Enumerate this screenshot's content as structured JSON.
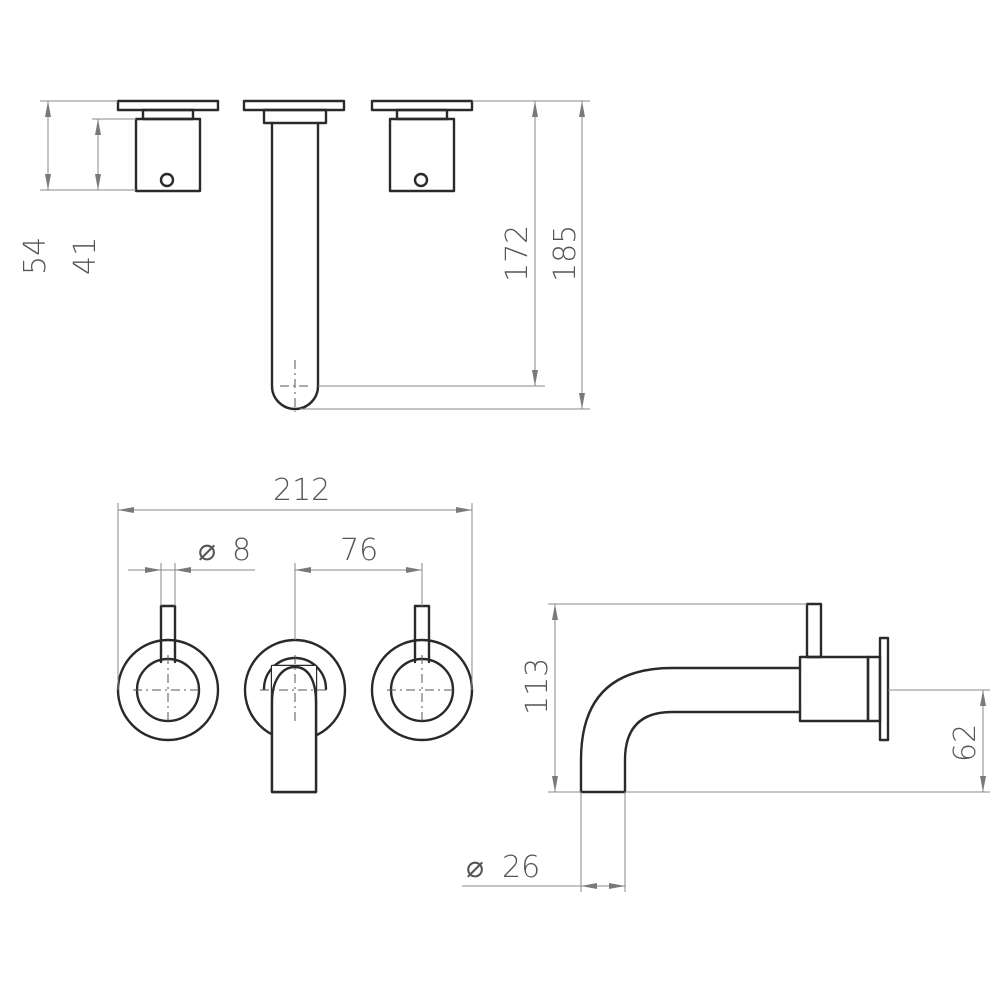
{
  "colors": {
    "line": "#2a2a2a",
    "dimension": "#8a8a8a",
    "text": "#555555",
    "background": "#ffffff"
  },
  "dimensions": {
    "handle_body_height": "54",
    "handle_height": "41",
    "spout_center_drop": "172",
    "total_height": "185",
    "overall_width": "212",
    "handle_lever_diameter": "8",
    "handle_spacing": "76",
    "side_height": "113",
    "outlet_height": "62",
    "spout_diameter": "26"
  },
  "symbols": {
    "diameter": "⌀"
  }
}
